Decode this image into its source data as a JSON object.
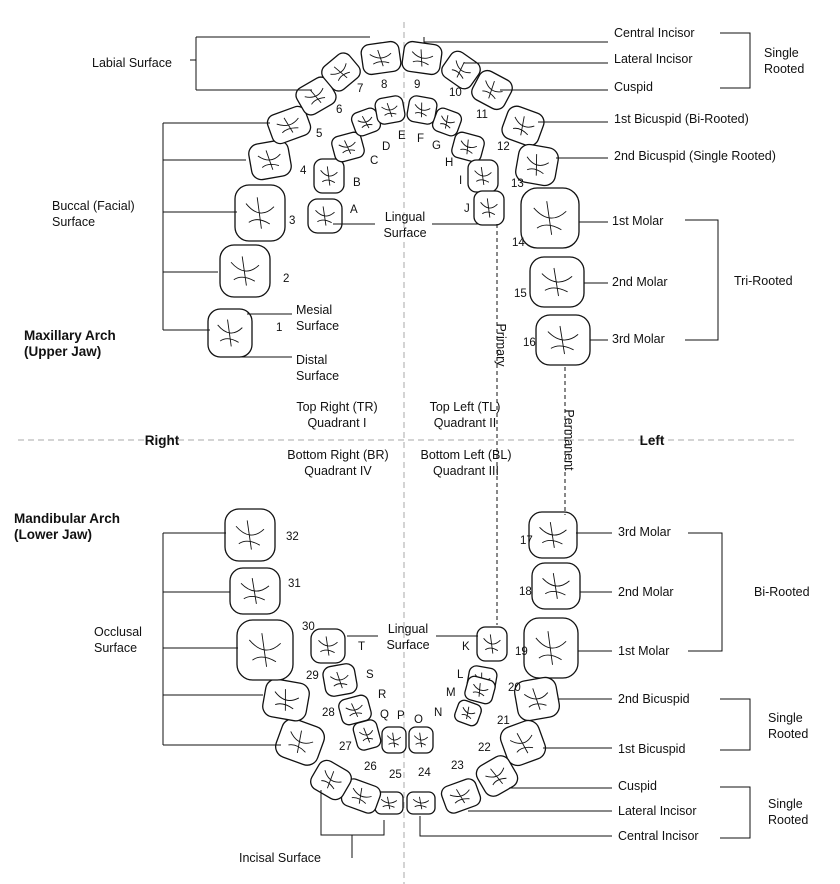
{
  "left_labels": {
    "labial_surface": "Labial Surface",
    "buccal_surface": [
      "Buccal (Facial)",
      "Surface"
    ],
    "maxillary_arch": [
      "Maxillary Arch",
      "(Upper Jaw)"
    ],
    "mesial_surface": [
      "Mesial",
      "Surface"
    ],
    "distal_surface": [
      "Distal",
      "Surface"
    ],
    "mandibular_arch": [
      "Mandibular Arch",
      "(Lower Jaw)"
    ],
    "occlusal_surface": [
      "Occlusal",
      "Surface"
    ],
    "incisal_surface": "Incisal Surface",
    "lingual_upper": [
      "Lingual",
      "Surface"
    ],
    "lingual_lower": [
      "Lingual",
      "Surface"
    ]
  },
  "quadrants": {
    "tr": [
      "Top Right (TR)",
      "Quadrant I"
    ],
    "tl": [
      "Top Left (TL)",
      "Quadrant II"
    ],
    "br": [
      "Bottom Right (BR)",
      "Quadrant IV"
    ],
    "bl": [
      "Bottom Left (BL)",
      "Quadrant III"
    ]
  },
  "sides": {
    "right": "Right",
    "left": "Left"
  },
  "dentition": {
    "primary": "Primary",
    "permanent": "Permanent"
  },
  "upper_right_labels": {
    "central_incisor": "Central Incisor",
    "lateral_incisor": "Lateral Incisor",
    "cuspid": "Cuspid",
    "single_rooted": [
      "Single",
      "Rooted"
    ],
    "first_bicuspid": "1st Bicuspid (Bi-Rooted)",
    "second_bicuspid": "2nd Bicuspid (Single Rooted)",
    "first_molar": "1st Molar",
    "second_molar": "2nd Molar",
    "third_molar": "3rd Molar",
    "tri_rooted": "Tri-Rooted"
  },
  "lower_right_labels": {
    "third_molar": "3rd Molar",
    "second_molar": "2nd Molar",
    "first_molar": "1st Molar",
    "bi_rooted": "Bi-Rooted",
    "second_bicuspid": "2nd Bicuspid",
    "first_bicuspid": "1st Bicuspid",
    "single_rooted_1": [
      "Single",
      "Rooted"
    ],
    "cuspid": "Cuspid",
    "lateral_incisor": "Lateral Incisor",
    "central_incisor": "Central Incisor",
    "single_rooted_2": [
      "Single",
      "Rooted"
    ]
  },
  "permanent_teeth_numbers": [
    "1",
    "2",
    "3",
    "4",
    "5",
    "6",
    "7",
    "8",
    "9",
    "10",
    "11",
    "12",
    "13",
    "14",
    "15",
    "16",
    "17",
    "18",
    "19",
    "20",
    "21",
    "22",
    "23",
    "24",
    "25",
    "26",
    "27",
    "28",
    "29",
    "30",
    "31",
    "32"
  ],
  "primary_teeth_letters": [
    "A",
    "B",
    "C",
    "D",
    "E",
    "F",
    "G",
    "H",
    "I",
    "J",
    "K",
    "L",
    "M",
    "N",
    "O",
    "P",
    "Q",
    "R",
    "S",
    "T"
  ]
}
